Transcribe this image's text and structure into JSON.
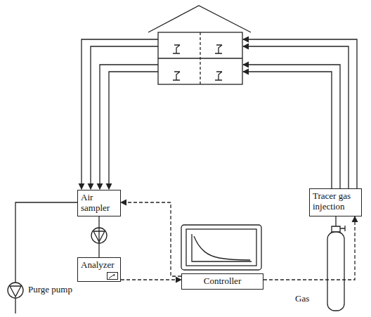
{
  "diagram": {
    "nodes": [
      {
        "text": [
          "Air sampler"
        ]
      },
      {
        "text": [
          "Tracer gas injection"
        ]
      },
      {
        "text": [
          "Analyzer"
        ]
      },
      {
        "text": [
          "Controller"
        ]
      }
    ],
    "edges": [
      {
        "from": 0,
        "to": 2,
        "arrow": "none"
      },
      {
        "from": 2,
        "to": 3,
        "arrow": "to"
      },
      {
        "from": 3,
        "to": 0,
        "arrow": "to"
      },
      {
        "from": 3,
        "to": 1,
        "arrow": "to"
      }
    ],
    "labels": [
      "Gas",
      "Purge pump"
    ]
  }
}
